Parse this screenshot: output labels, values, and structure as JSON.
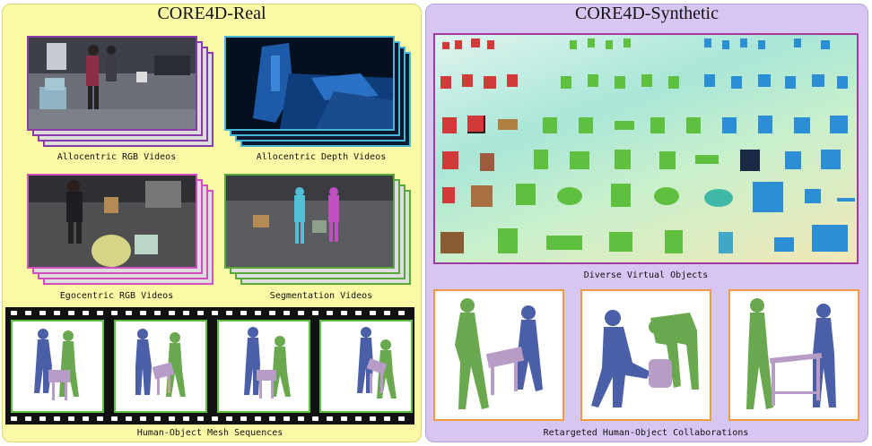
{
  "left_panel": {
    "title": "CORE4D-Real",
    "captions": {
      "allocentric_rgb": "Allocentric RGB Videos",
      "allocentric_depth": "Allocentric Depth Videos",
      "egocentric_rgb": "Egocentric RGB Videos",
      "segmentation": "Segmentation Videos",
      "mesh_sequences": "Human-Object Mesh Sequences"
    }
  },
  "right_panel": {
    "title": "CORE4D-Synthetic",
    "captions": {
      "virtual_objects": "Diverse Virtual Objects",
      "retargeted": "Retargeted Human-Object Collaborations"
    }
  },
  "colors": {
    "real_bg": "#fbf9a6",
    "synthetic_bg": "#d7c6f2",
    "allocentric_rgb_frame": "#8b3aa8",
    "depth_frame": "#46b6d4",
    "egocentric_frame": "#d24fc2",
    "segmentation_frame": "#58a83c",
    "mesh_frame": "#5fbf3f",
    "objects_frame": "#a23aa0",
    "retarget_frame": "#ef9a45"
  }
}
